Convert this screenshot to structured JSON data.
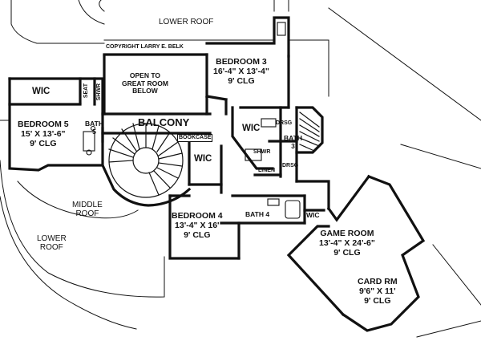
{
  "copyright": "COPYRIGHT LARRY E. BELK",
  "roofs": {
    "lower_roof_top": "LOWER ROOF",
    "middle_roof": [
      "MIDDLE",
      "ROOF"
    ],
    "lower_roof_left": [
      "LOWER",
      "ROOF"
    ]
  },
  "rooms": {
    "bedroom3": {
      "name": "BEDROOM 3",
      "dims": "16'-4\" X 13'-4\"",
      "ceiling": "9' CLG"
    },
    "bedroom4": {
      "name": "BEDROOM 4",
      "dims": "13'-4\" X 16'",
      "ceiling": "9' CLG"
    },
    "bedroom5": {
      "name": "BEDROOM 5",
      "dims": "15' X 13'-6\"",
      "ceiling": "9' CLG"
    },
    "game_room": {
      "name": "GAME ROOM",
      "dims": "13'-4\" X 24'-6\"",
      "ceiling": "9' CLG"
    },
    "card_rm": {
      "name": "CARD RM",
      "dims": "9'6\" X 11'",
      "ceiling": "9' CLG"
    },
    "open_to_great_room": [
      "OPEN TO",
      "GREAT ROOM",
      "BELOW"
    ],
    "balcony": "BALCONY",
    "bookcase": "BOOKCASE",
    "wic_bed5": "WIC",
    "wic_bed4": "WIC",
    "wic_bed3": "WIC",
    "wic_game": "WIC",
    "seat": "SEAT",
    "shwr_left": "SHWR",
    "shwr_mid": "SHWR",
    "bath5": [
      "BATH",
      "5"
    ],
    "bath3": [
      "BATH",
      "3"
    ],
    "bath4": "BATH 4",
    "drsg_top": "DRSG",
    "drsg_bottom": "DRSG",
    "linen": "LINEN"
  }
}
